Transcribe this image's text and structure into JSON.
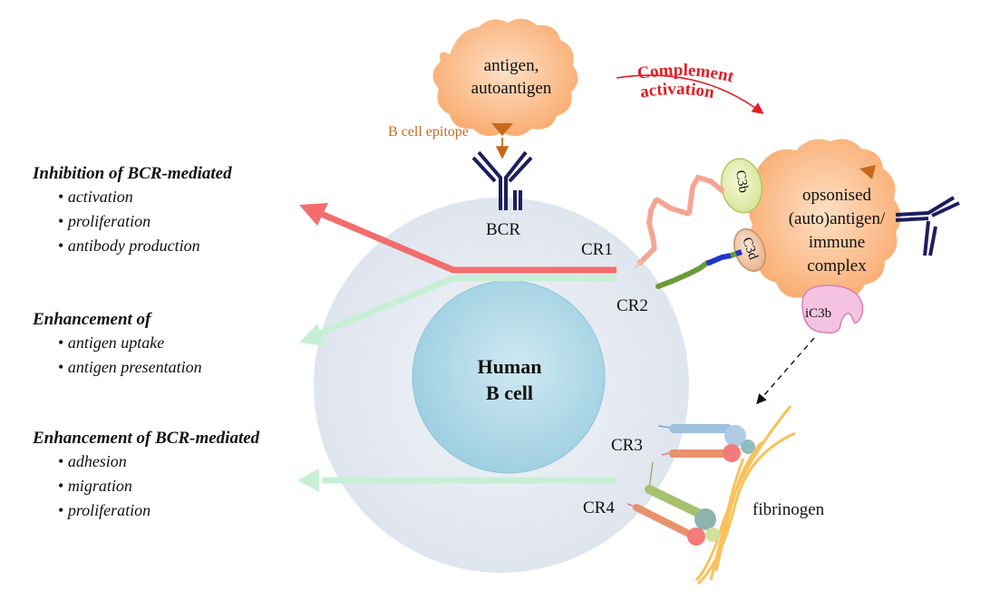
{
  "figure": {
    "cell_label": [
      "Human",
      "B cell"
    ],
    "antigen_label": [
      "antigen,",
      "autoantigen"
    ],
    "epitope_label": "B cell epitope",
    "bcr_label": "BCR",
    "complement_label": [
      "Complement",
      "activation"
    ],
    "immune_complex_label": [
      "opsonised",
      "(auto)antigen/",
      "immune",
      "complex"
    ],
    "fragments": {
      "c3b": "C3b",
      "c3d": "C3d",
      "ic3b": "iC3b"
    },
    "receptors": {
      "cr1": "CR1",
      "cr2": "CR2",
      "cr3": "CR3",
      "cr4": "CR4"
    },
    "ligand_label": "fibrinogen",
    "colors": {
      "inhibition_arrow": "#f26d6d",
      "enhancement_arrow": "#c8efd6",
      "complement_text": "#e31e24",
      "epitope_text": "#c8691d",
      "antibody": "#1c1f5e",
      "antigen_fill": "#fbb67e",
      "cell_outer": "#e3e8f0",
      "nucleus": "#aed8e6",
      "fibrinogen": "#f9c15a"
    }
  },
  "effects": [
    {
      "heading": "Inhibition of BCR-mediated",
      "items": [
        "activation",
        "proliferation",
        "antibody production"
      ],
      "arrow": "inhibition"
    },
    {
      "heading": "Enhancement of",
      "items": [
        "antigen uptake",
        "antigen presentation"
      ],
      "arrow": "enhancement"
    },
    {
      "heading": "Enhancement of BCR-mediated",
      "items": [
        "adhesion",
        "migration",
        "proliferation"
      ],
      "arrow": "enhancement"
    }
  ]
}
